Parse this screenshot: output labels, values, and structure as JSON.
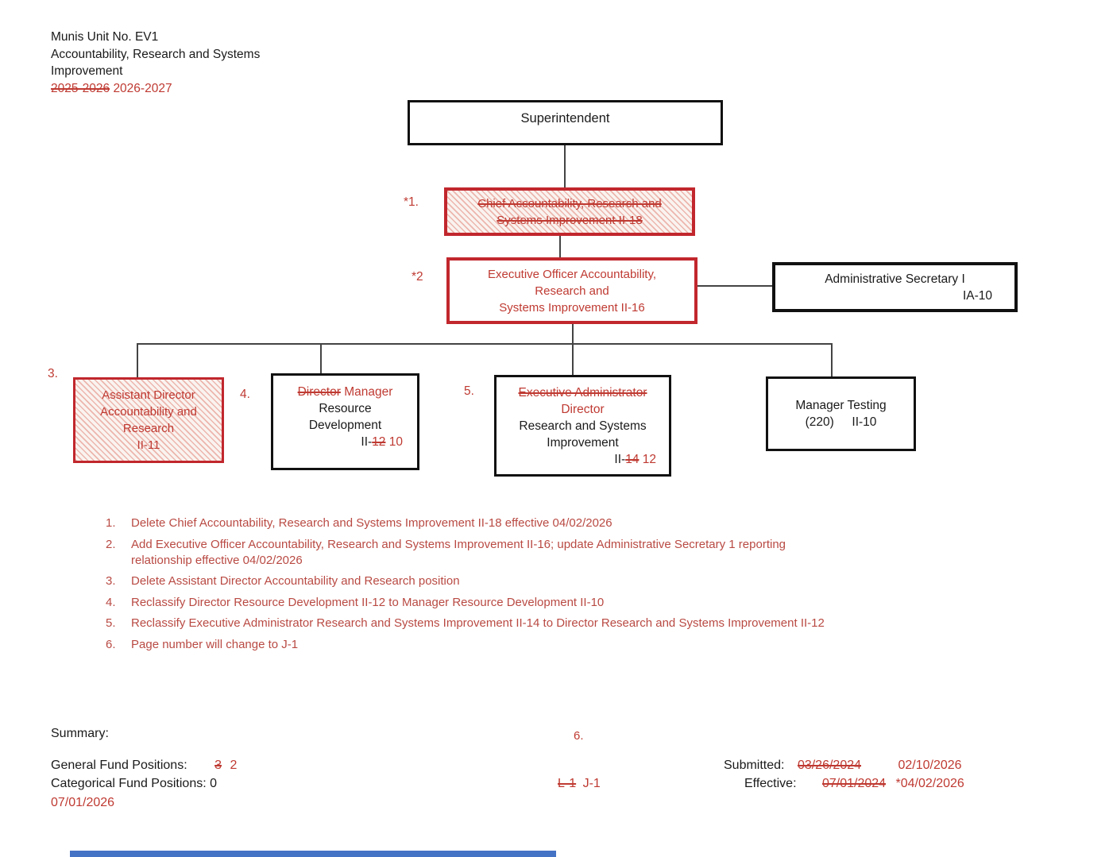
{
  "header": {
    "line1": "Munis Unit No. EV1",
    "line2": "Accountability, Research and Systems",
    "line3": "Improvement",
    "year_old": "2025-2026",
    "year_new": "2026-2027"
  },
  "chart": {
    "superintendent": {
      "title": "Superintendent"
    },
    "chief": {
      "ref": "*1.",
      "line1": "Chief Accountability, Research and",
      "line2": "Systems Improvement II-18"
    },
    "exec_officer": {
      "ref": "*2",
      "line1": "Executive Officer Accountability,",
      "line2": "Research and",
      "line3": "Systems Improvement II-16"
    },
    "admin_secretary": {
      "title": "Administrative Secretary I",
      "grade": "IA-10"
    },
    "assistant_director": {
      "ref": "3.",
      "line1": "Assistant Director",
      "line2": "Accountability and",
      "line3": "Research",
      "line4": "II-11"
    },
    "resource_dev": {
      "ref": "4.",
      "title_old": "Director",
      "title_new": "Manager",
      "line2": "Resource",
      "line3": "Development",
      "grade_prefix": "II-",
      "grade_old": "12",
      "grade_new": "10"
    },
    "research_systems": {
      "ref": "5.",
      "title_old": "Executive Administrator",
      "title_new": "Director",
      "line2": "Research and Systems",
      "line3": "Improvement",
      "grade_prefix": "II-",
      "grade_old": "14",
      "grade_new": "12"
    },
    "manager_testing": {
      "line1": "Manager Testing",
      "line2a": "(220)",
      "line2b": "II-10"
    }
  },
  "notes": [
    {
      "num": "1.",
      "text": "Delete Chief Accountability, Research and Systems Improvement II-18 effective 04/02/2026"
    },
    {
      "num": "2.",
      "text": "Add Executive Officer Accountability, Research and Systems Improvement II-16; update Administrative Secretary 1 reporting",
      "text2": "relationship effective 04/02/2026"
    },
    {
      "num": "3.",
      "text": "Delete Assistant Director Accountability and Research position"
    },
    {
      "num": "4.",
      "text": "Reclassify Director Resource Development II-12 to Manager Resource Development II-10"
    },
    {
      "num": "5.",
      "text": "Reclassify Executive Administrator Research and Systems Improvement II-14 to Director Research and Systems Improvement II-12"
    },
    {
      "num": "6.",
      "text": "Page number will change to J-1"
    }
  ],
  "footer": {
    "summary_label": "Summary:",
    "general_label": "General Fund Positions:",
    "general_old": "3",
    "general_new": "2",
    "categorical_label": "Categorical Fund Positions: 0",
    "effective_date_red": "07/01/2026",
    "note_ref": "6.",
    "page_old": "L-1",
    "page_new": "J-1",
    "submitted_label": "Submitted:",
    "submitted_old": "03/26/2024",
    "submitted_new": "02/10/2026",
    "effective_label": "Effective:",
    "effective_old": "07/01/2024",
    "effective_new": "*04/02/2026"
  },
  "colors": {
    "accent_red_border": "#c1272d",
    "text_red": "#bf3a32",
    "hatch_stripe": "#ecb6ad",
    "connector_gray": "#444444",
    "blue_bar": "#4472c4"
  }
}
